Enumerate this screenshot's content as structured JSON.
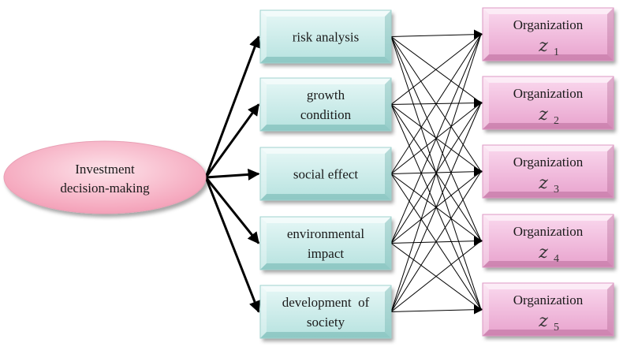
{
  "source": {
    "line1": "Investment",
    "line2": "decision-making"
  },
  "criteria": [
    {
      "lines": [
        "risk analysis"
      ]
    },
    {
      "lines": [
        "growth",
        "condition"
      ]
    },
    {
      "lines": [
        "social effect"
      ]
    },
    {
      "lines": [
        "environmental",
        "impact"
      ]
    },
    {
      "lines": [
        "development  of",
        "society"
      ]
    }
  ],
  "organizations": [
    {
      "label": "Organization",
      "symbol": "z",
      "index": "1"
    },
    {
      "label": "Organization",
      "symbol": "z",
      "index": "2"
    },
    {
      "label": "Organization",
      "symbol": "z",
      "index": "3"
    },
    {
      "label": "Organization",
      "symbol": "z",
      "index": "4"
    },
    {
      "label": "Organization",
      "symbol": "z",
      "index": "5"
    }
  ],
  "colors": {
    "ellipse_fill": "#f7b3c6",
    "criteria_fill": "#c8ecea",
    "organization_fill": "#f2b8de",
    "arrow": "#000000"
  }
}
